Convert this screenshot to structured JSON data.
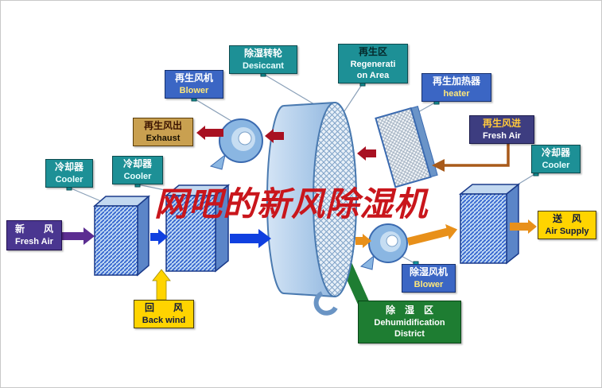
{
  "watermark": "网吧的新风除湿机",
  "labels": {
    "regen_blower": {
      "zh": "再生风机",
      "en": "Blower"
    },
    "desiccant": {
      "zh": "除湿转轮",
      "en": "Desiccant"
    },
    "regen_area": {
      "zh": "再生区",
      "en_line1": "Regenerati",
      "en_line2": "on Area"
    },
    "regen_heater": {
      "zh": "再生加热器",
      "en": "heater"
    },
    "exhaust": {
      "zh": "再生风出",
      "en": "Exhaust"
    },
    "regen_fresh_air": {
      "zh": "再生风进",
      "en": "Fresh Air"
    },
    "cooler_left_outer": {
      "zh": "冷却器",
      "en": "Cooler"
    },
    "cooler_left_inner": {
      "zh": "冷却器",
      "en": "Cooler"
    },
    "cooler_right": {
      "zh": "冷却器",
      "en": "Cooler"
    },
    "fresh_air": {
      "zh": "新　　风",
      "en": "Fresh Air"
    },
    "air_supply": {
      "zh": "送　风",
      "en": "Air Supply"
    },
    "back_wind": {
      "zh": "回　　风",
      "en": "Back wind"
    },
    "dehumid_blower": {
      "zh": "除湿风机",
      "en": "Blower"
    },
    "dehumid_district": {
      "zh": "除　湿　区",
      "en_line1": "Dehumidification",
      "en_line2": "District"
    }
  },
  "colors": {
    "teal_label": "#1d9096",
    "blue_label": "#3b66c4",
    "purple_label": "#4a3690",
    "navy_label": "#3d3d80",
    "yellow_label": "#ffd400",
    "tan_label": "#c9a050",
    "green_label": "#1e7d32",
    "process_air_blue": "#1040e0",
    "regeneration_red": "#a81122",
    "supply_orange": "#e8901a",
    "return_yellow": "#ffd400",
    "fresh_purple": "#5b2d91",
    "watermark_red": "#c9161c"
  }
}
